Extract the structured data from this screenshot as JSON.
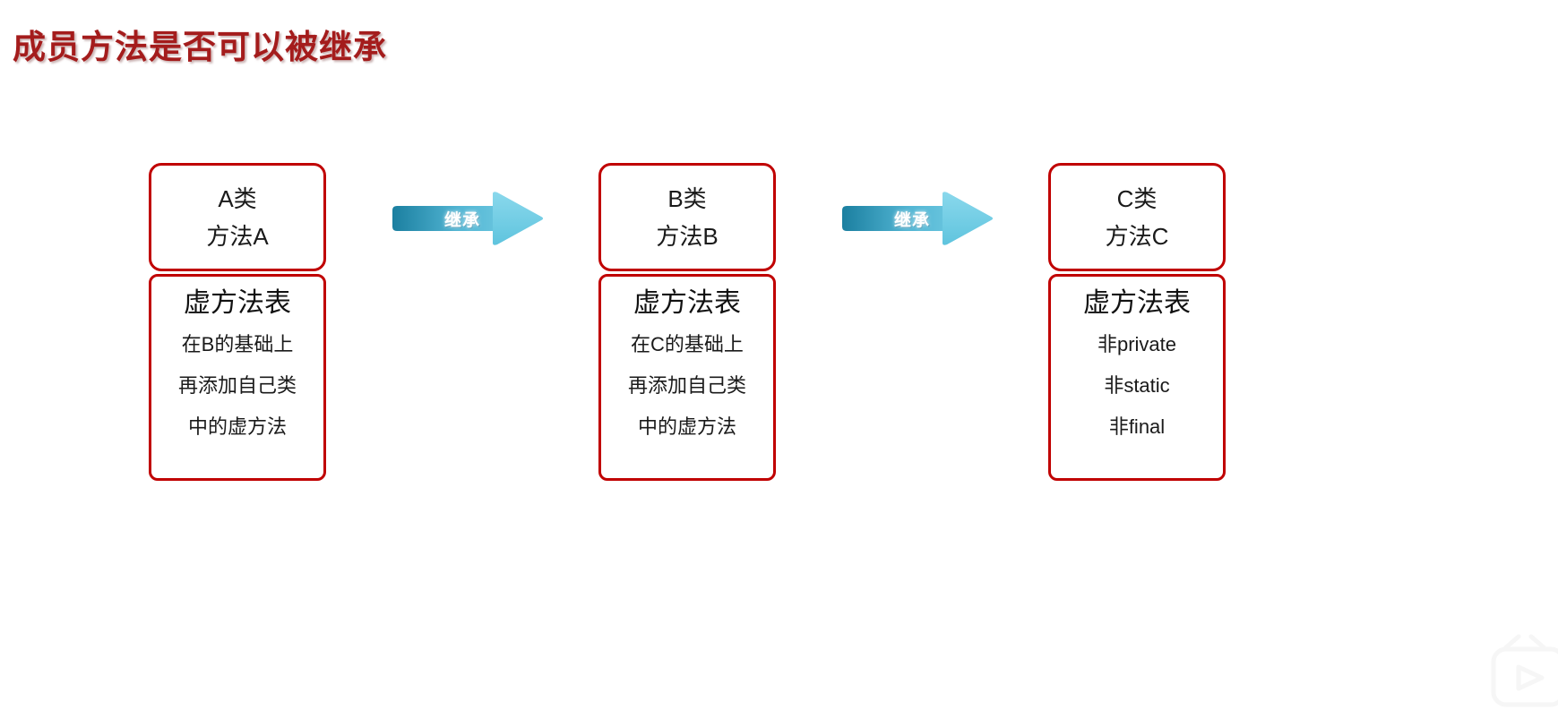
{
  "page": {
    "title": "成员方法是否可以被继承",
    "background": "#ffffff",
    "title_color": "#A41C1C",
    "box_border_color": "#C00000",
    "arrow_color_dark": "#1B7FA0",
    "arrow_color_light": "#72CCE3"
  },
  "groups": [
    {
      "name": "class-a",
      "class_line1": "A类",
      "class_line2": "方法A",
      "vtable_title": "虚方法表",
      "vtable_lines": [
        "在B的基础上",
        "再添加自己类",
        "中的虚方法"
      ]
    },
    {
      "name": "class-b",
      "class_line1": "B类",
      "class_line2": "方法B",
      "vtable_title": "虚方法表",
      "vtable_lines": [
        "在C的基础上",
        "再添加自己类",
        "中的虚方法"
      ]
    },
    {
      "name": "class-c",
      "class_line1": "C类",
      "class_line2": "方法C",
      "vtable_title": "虚方法表",
      "vtable_lines": [
        "非private",
        "非static",
        "非final"
      ]
    }
  ],
  "arrows": [
    {
      "name": "arrow-a-to-b",
      "label": "继承"
    },
    {
      "name": "arrow-b-to-c",
      "label": "继承"
    }
  ],
  "watermark": {
    "icon": "tv-play-watermark-icon"
  }
}
